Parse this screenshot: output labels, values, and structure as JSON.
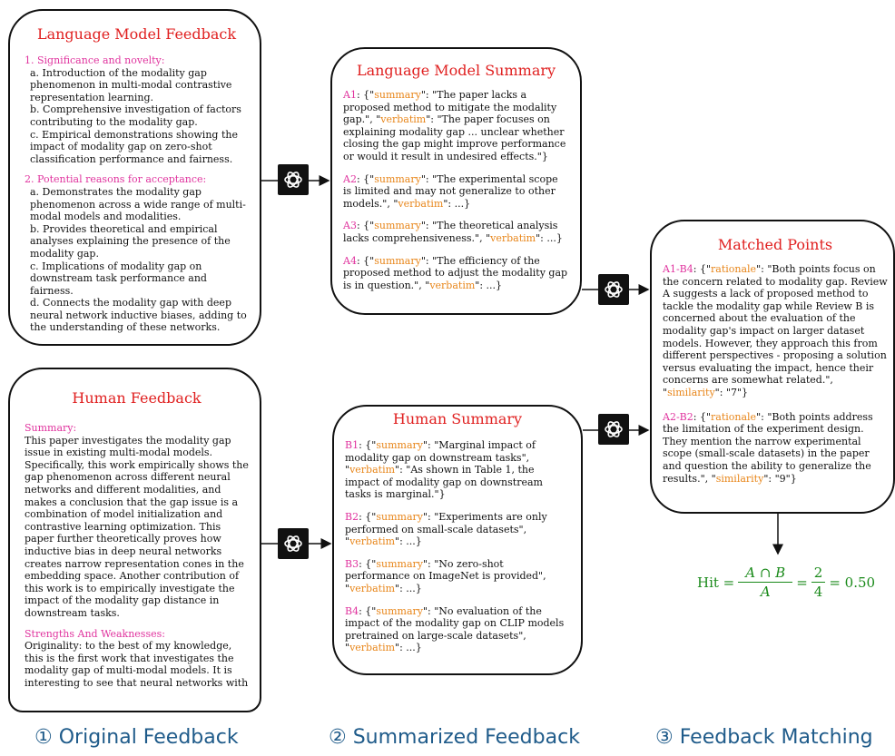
{
  "lm_feedback": {
    "title": "Language Model Feedback",
    "sec1_title": "1. Significance and novelty:",
    "sec1_items": [
      "a. Introduction of the modality gap phenomenon in multi-modal contrastive representation learning.",
      "b. Comprehensive investigation of factors contributing to the modality gap.",
      "c. Empirical demonstrations showing the impact of modality gap on zero-shot classification performance and fairness."
    ],
    "sec2_title": "2. Potential reasons for acceptance:",
    "sec2_items": [
      "a. Demonstrates the modality gap phenomenon across a wide range of multi-modal models and modalities.",
      "b. Provides theoretical and empirical analyses explaining the presence of the modality gap.",
      "c. Implications of modality gap on downstream task performance and fairness.",
      "d. Connects the modality gap with deep neural network inductive biases, adding to the understanding of these networks."
    ]
  },
  "human_feedback": {
    "title": "Human Feedback",
    "sec1_title": "Summary:",
    "sec1_text": "This paper investigates the modality gap issue in existing multi-modal models. Specifically, this work empirically shows the gap phenomenon across different neural networks and different modalities, and makes a conclusion that the gap issue is a combination of model initialization and contrastive learning optimization. This paper further theoretically proves how inductive bias in deep neural networks creates narrow representation cones in the embedding space. Another contribution of this work is to empirically investigate the impact of the modality gap distance in downstream tasks.",
    "sec2_title": "Strengths And Weaknesses:",
    "sec2_text": "Originality: to the best of my knowledge, this is the first work that investigates the modality gap of multi-modal models. It is interesting to see that neural networks with"
  },
  "lm_summary": {
    "title": "Language Model Summary",
    "entries": [
      {
        "id": "A1",
        "summary": "\"The paper lacks a proposed method to mitigate the modality gap.\"",
        "verbatim": "\"The paper focuses on explaining modality gap ... unclear whether closing the gap might improve performance or would it result in undesired effects.\"}"
      },
      {
        "id": "A2",
        "summary": "\"The experimental scope is limited and may not generalize to other models.\"",
        "verbatim": "...}"
      },
      {
        "id": "A3",
        "summary": "\"The theoretical analysis lacks comprehensiveness.\"",
        "verbatim": "...}"
      },
      {
        "id": "A4",
        "summary": "\"The efficiency of the proposed method to adjust the modality gap is in question.\"",
        "verbatim": "...}"
      }
    ]
  },
  "human_summary": {
    "title": "Human Summary",
    "entries": [
      {
        "id": "B1",
        "summary": "\"Marginal impact of modality gap on downstream tasks\"",
        "verbatim": "\"As shown in Table 1, the impact of modality gap on downstream tasks is marginal.\"}"
      },
      {
        "id": "B2",
        "summary": "\"Experiments are only performed on small-scale datasets\"",
        "verbatim": "...}"
      },
      {
        "id": "B3",
        "summary": "\"No zero-shot performance on ImageNet is provided\"",
        "verbatim": "...}"
      },
      {
        "id": "B4",
        "summary": "\"No evaluation of the impact of the modality gap on CLIP models pretrained on large-scale datasets\"",
        "verbatim": "...}"
      }
    ]
  },
  "matched_points": {
    "title": "Matched Points",
    "entries": [
      {
        "id": "A1-B4",
        "rationale": "\"Both points focus on the concern related to modality gap. Review A suggests a lack of proposed method to tackle the modality gap while Review B is concerned about the evaluation of the modality gap's impact on larger dataset models. However, they approach this from different perspectives - proposing a solution versus evaluating the impact, hence their concerns are somewhat related.\"",
        "similarity": "\"7\"}"
      },
      {
        "id": "A2-B2",
        "rationale": "\"Both points address the limitation of the experiment design. They mention the narrow experimental scope (small-scale datasets) in the paper and question the ability to generalize the results.\"",
        "similarity": "\"9\"}"
      }
    ]
  },
  "keys": {
    "summary": "summary",
    "verbatim": "verbatim",
    "rationale": "rationale",
    "similarity": "similarity"
  },
  "formula": {
    "lhs": "Hit =",
    "num1": "A ∩ B",
    "den1": "A",
    "eq": "=",
    "num2": "2",
    "den2": "4",
    "result": "= 0.50"
  },
  "captions": {
    "c1": "① Original Feedback",
    "c2": "② Summarized Feedback",
    "c3": "③ Feedback Matching"
  },
  "icons": {
    "logo": "openai-logo-icon",
    "arrow": "arrow-right-icon"
  },
  "colors": {
    "title": "#e02020",
    "section": "#e0339e",
    "key": "#e8861a",
    "formula": "#1a8a1a",
    "caption": "#1f5b8a"
  }
}
